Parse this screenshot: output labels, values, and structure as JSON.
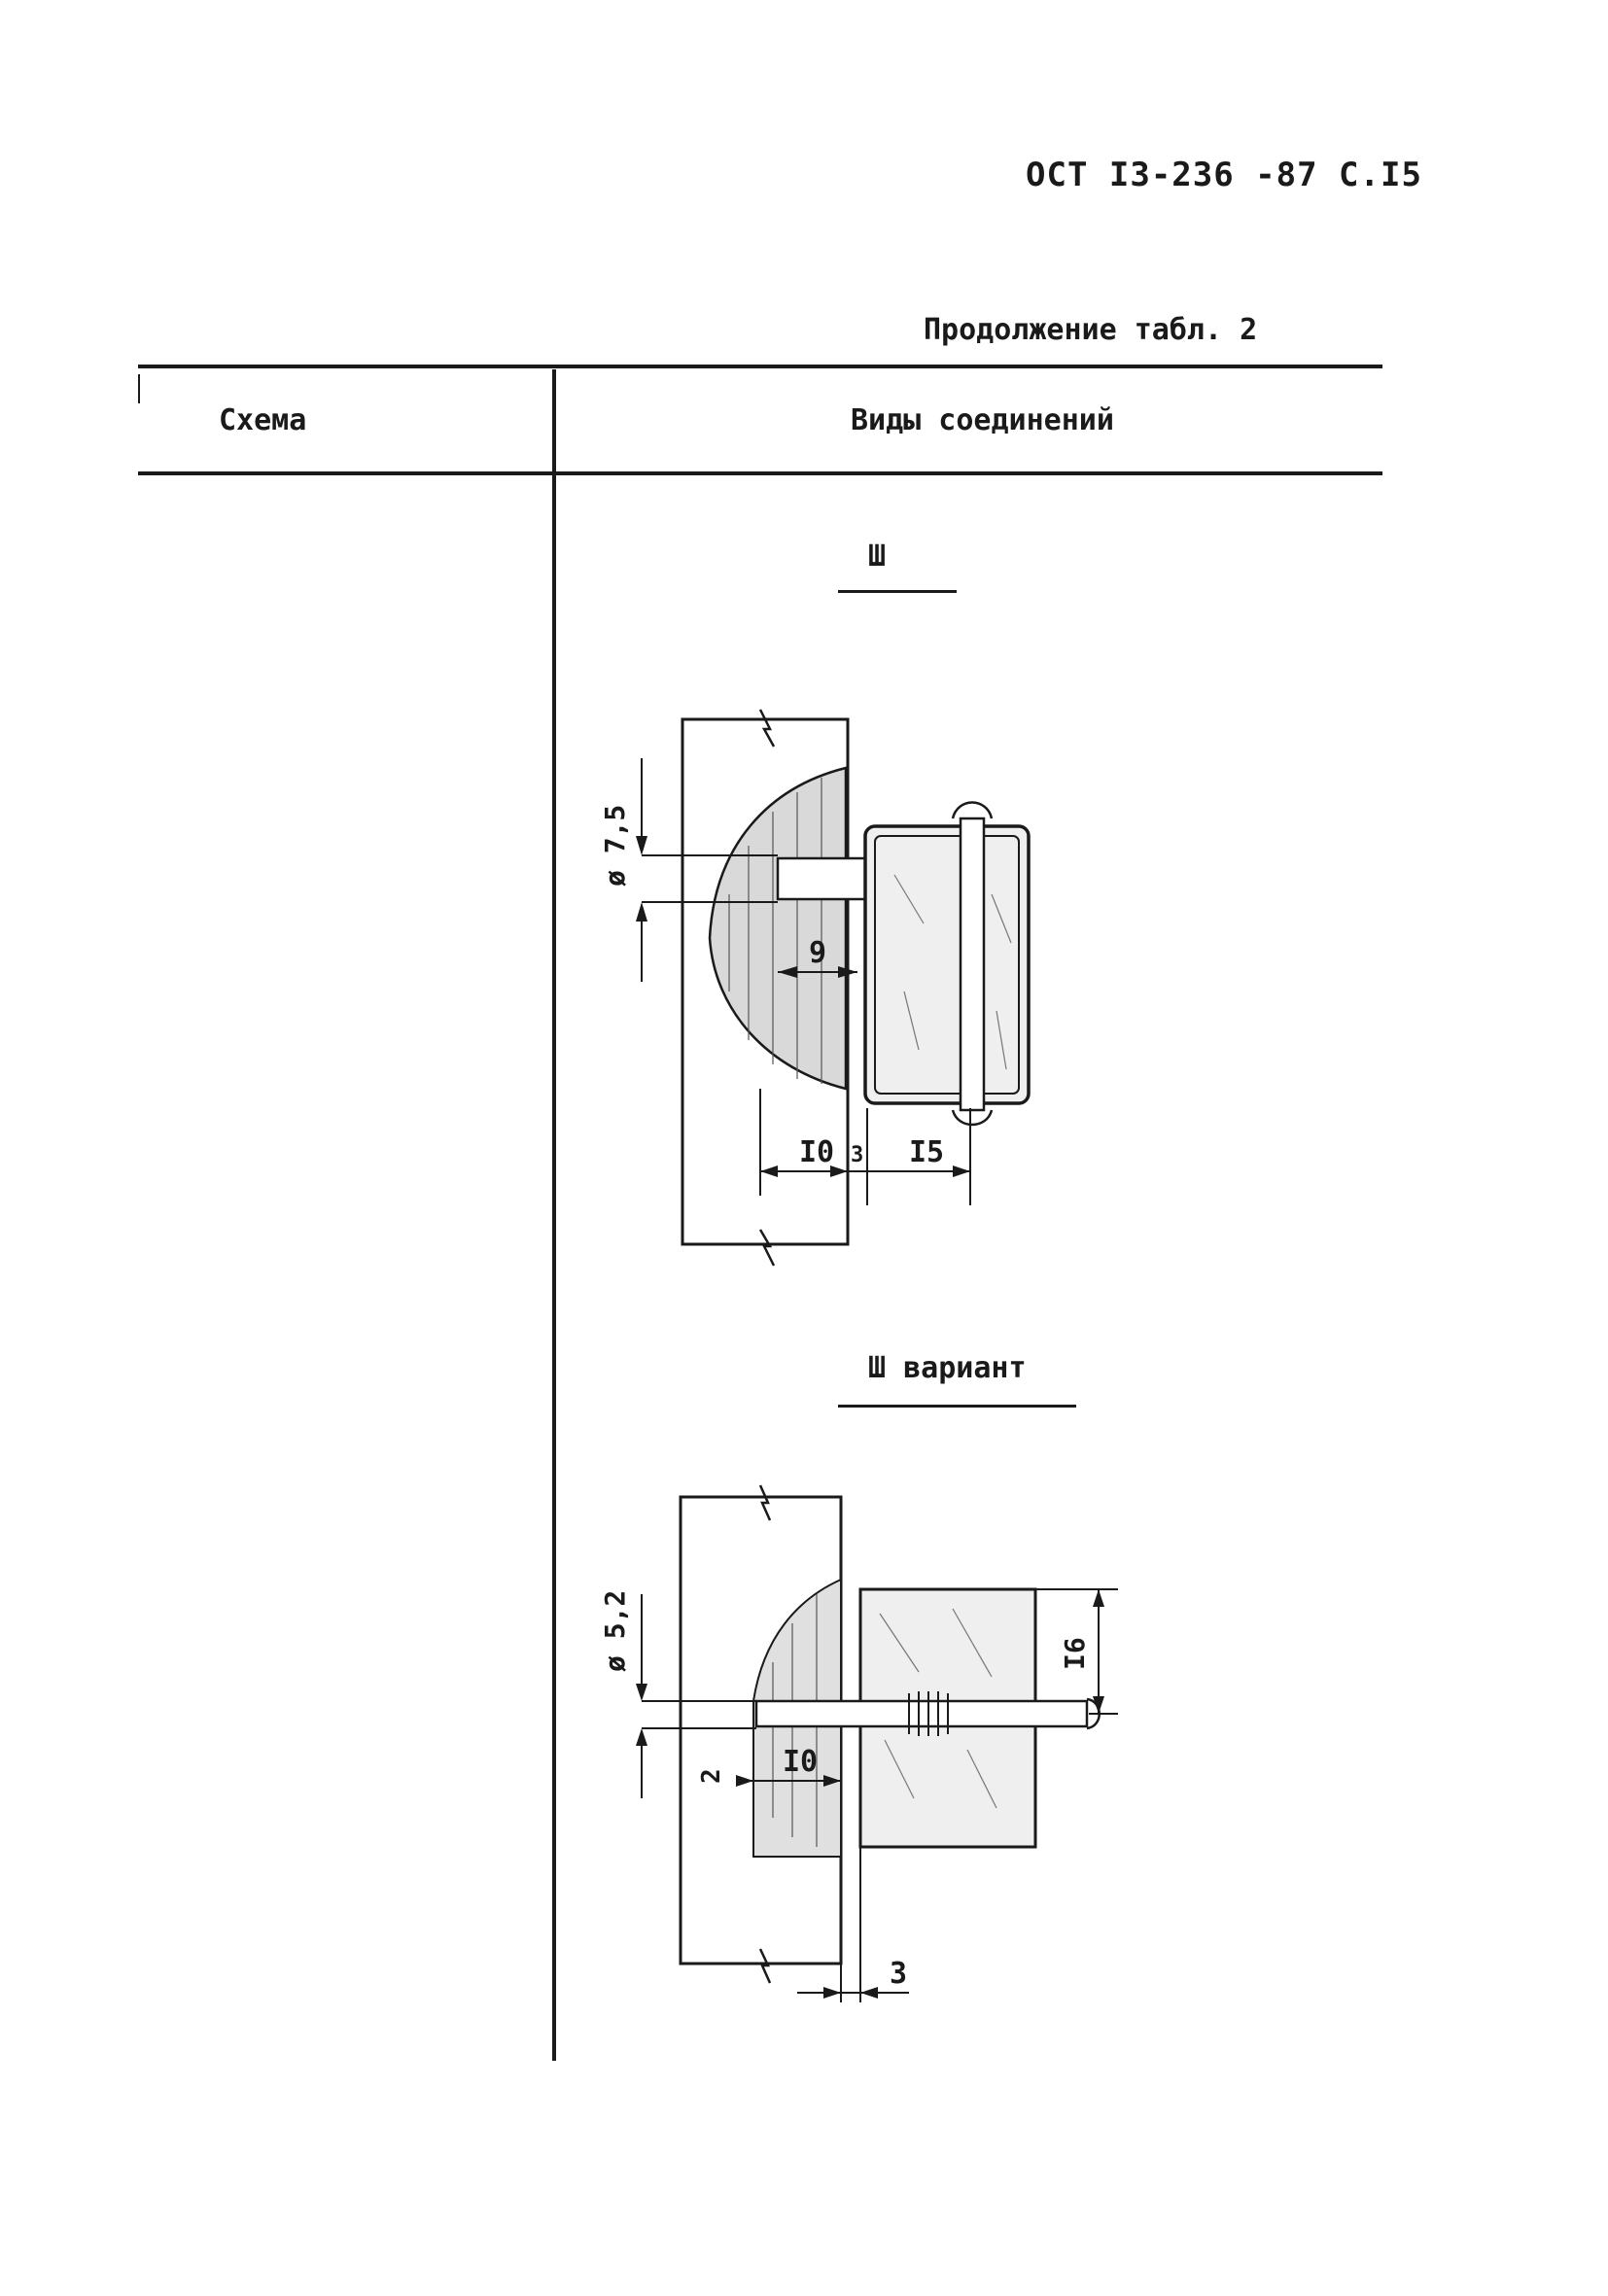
{
  "header": {
    "doc_code": "ОСТ I3-236 -87 С.I5",
    "continuation": "Продолжение табл. 2"
  },
  "table": {
    "col_scheme": "Схема",
    "col_types": "Виды соединений"
  },
  "section1": {
    "label": "Ш",
    "dims": {
      "diameter": "ø 7,5",
      "d9": "9",
      "d10": "I0",
      "d3": "3",
      "d15": "I5"
    }
  },
  "section2": {
    "label": "Ш вариант",
    "dims": {
      "diameter": "ø 5,2",
      "d16": "I6",
      "d2": "2",
      "d10": "I0",
      "d3": "3"
    }
  }
}
